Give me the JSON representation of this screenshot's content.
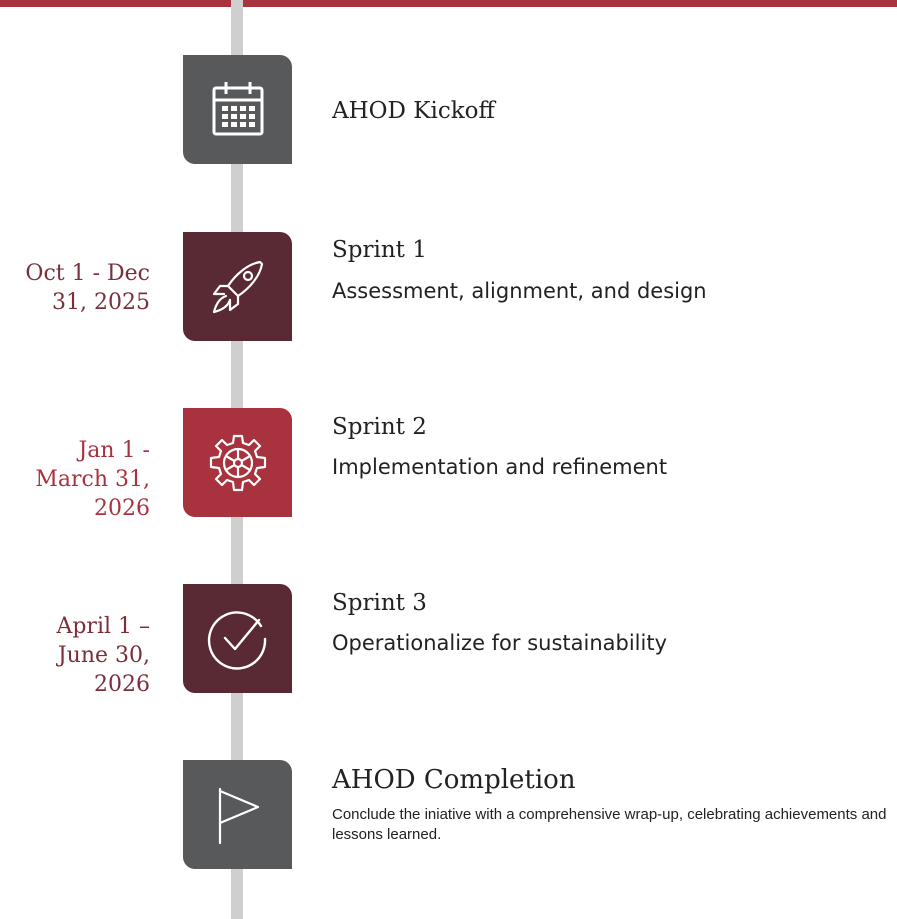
{
  "colors": {
    "accent_red": "#a8323e",
    "dark_maroon": "#5a2a34",
    "gray": "#58595b",
    "timeline": "#cfcfcf",
    "date_text": "#7a2f3a"
  },
  "milestones": [
    {
      "icon": "calendar-icon",
      "date": "",
      "title": "AHOD Kickoff",
      "subtitle": "",
      "description": ""
    },
    {
      "icon": "rocket-icon",
      "date": "Oct 1 - Dec\n31, 2025",
      "title": "Sprint 1",
      "subtitle": "Assessment, alignment, and design",
      "description": ""
    },
    {
      "icon": "gear-icon",
      "date": "Jan 1 -\nMarch 31,\n2026",
      "title": "Sprint 2",
      "subtitle": "Implementation and refinement",
      "description": ""
    },
    {
      "icon": "check-circle-icon",
      "date": "April 1 –\nJune 30,\n2026",
      "title": "Sprint 3",
      "subtitle": "Operationalize for sustainability",
      "description": ""
    },
    {
      "icon": "flag-icon",
      "date": "",
      "title": "AHOD Completion",
      "subtitle": "",
      "description": "Conclude the iniative with a comprehensive wrap-up, celebrating achievements and lessons learned."
    }
  ]
}
